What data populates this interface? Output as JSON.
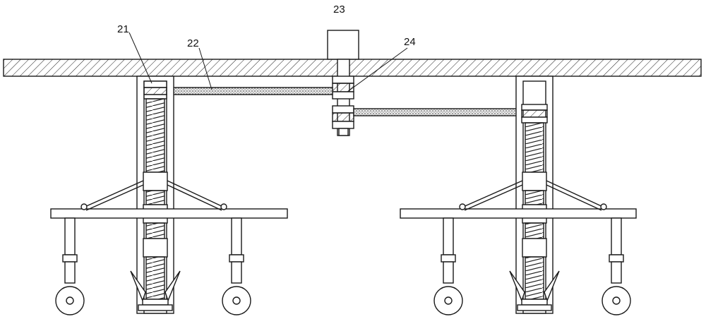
{
  "labels": {
    "l21": "21",
    "l22": "22",
    "l23": "23",
    "l24": "24"
  },
  "colors": {
    "line": "#1a1a1a",
    "background": "#ffffff"
  }
}
